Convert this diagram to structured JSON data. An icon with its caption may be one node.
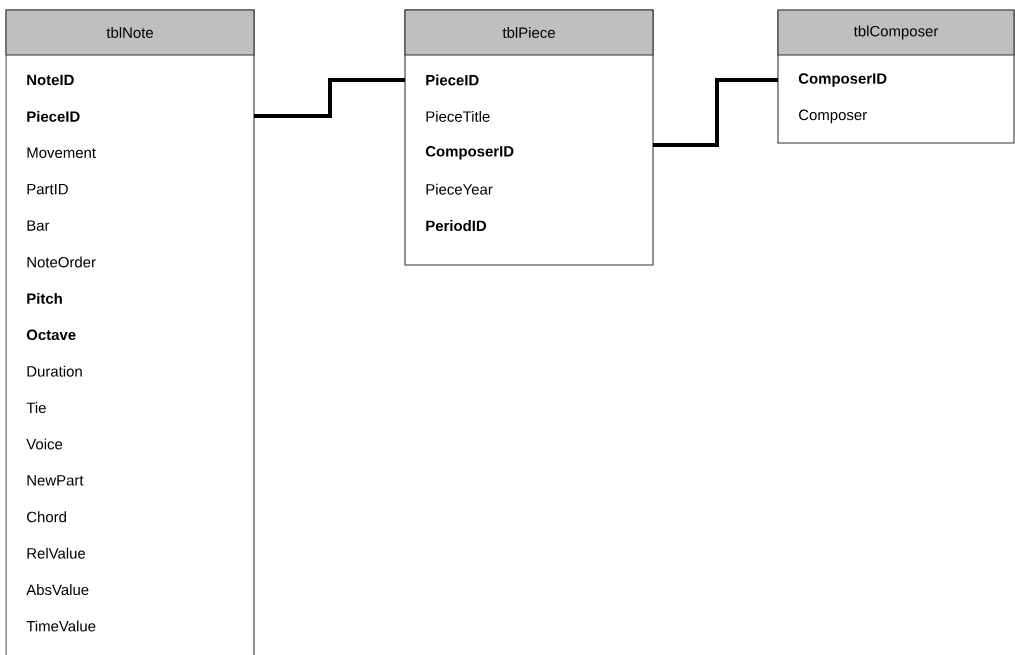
{
  "diagram": {
    "nodes": [
      {
        "text": [
          "tblNote",
          "**NoteID**",
          "**PieceID**",
          "Movement",
          "PartID",
          "Bar",
          "NoteOrder",
          "**Pitch**",
          "**Octave**",
          "Duration",
          "Tie",
          "Voice",
          "NewPart",
          "Chord",
          "RelValue",
          "AbsValue",
          "TimeValue"
        ]
      },
      {
        "text": [
          "tblPiece",
          "**PieceID**",
          "PieceTitle",
          "**ComposerID**",
          "PieceYear",
          "**PeriodID**"
        ]
      },
      {
        "text": [
          "tblComposer",
          "**ComposerID**",
          "Composer"
        ]
      }
    ],
    "edges": [
      {
        "from": 0,
        "to": 1,
        "arrow": "none"
      },
      {
        "from": 1,
        "to": 2,
        "arrow": "none"
      }
    ]
  }
}
